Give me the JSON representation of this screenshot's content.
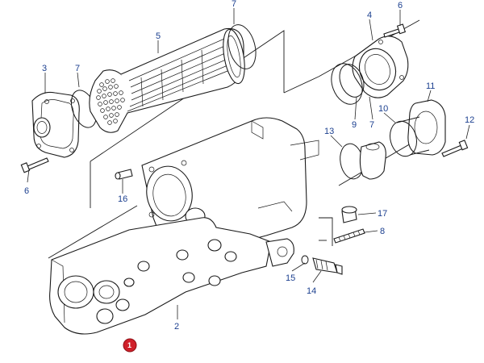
{
  "callouts": {
    "c1": "7",
    "c2": "5",
    "c3": "3",
    "c4": "7",
    "c5": "4",
    "c6": "6",
    "c7": "11",
    "c8": "9",
    "c9": "7",
    "c10": "10",
    "c11": "12",
    "c12": "13",
    "c13": "6",
    "c14": "16",
    "c15": "17",
    "c16": "8",
    "c17": "15",
    "c18": "14",
    "c19": "2"
  },
  "marker": {
    "label": "1",
    "color": "#d0202a"
  },
  "colors": {
    "callout": "#1b3f8f",
    "line": "#1a1a1a"
  }
}
